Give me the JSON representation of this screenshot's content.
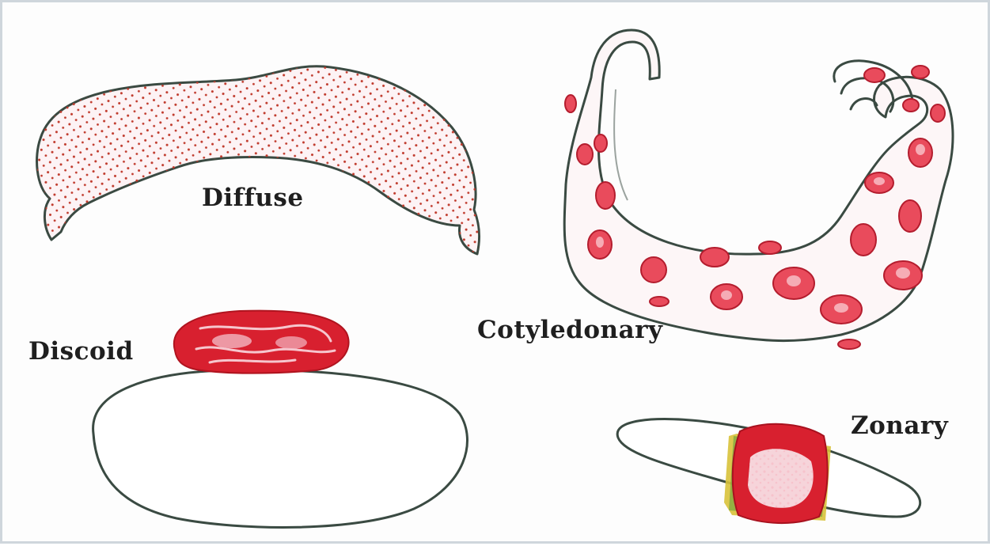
{
  "labels": {
    "diffuse": "Diffuse",
    "discoid": "Discoid",
    "cotyledonary": "Cotyledonary",
    "zonary": "Zonary"
  },
  "colors": {
    "outline": "#3a4a42",
    "placenta_red": "#d8202f",
    "dot_red": "#c0392b",
    "tissue_pink": "#fbe4e8",
    "band_yellow": "#d4c02a",
    "band_green": "#5a9a3a"
  }
}
